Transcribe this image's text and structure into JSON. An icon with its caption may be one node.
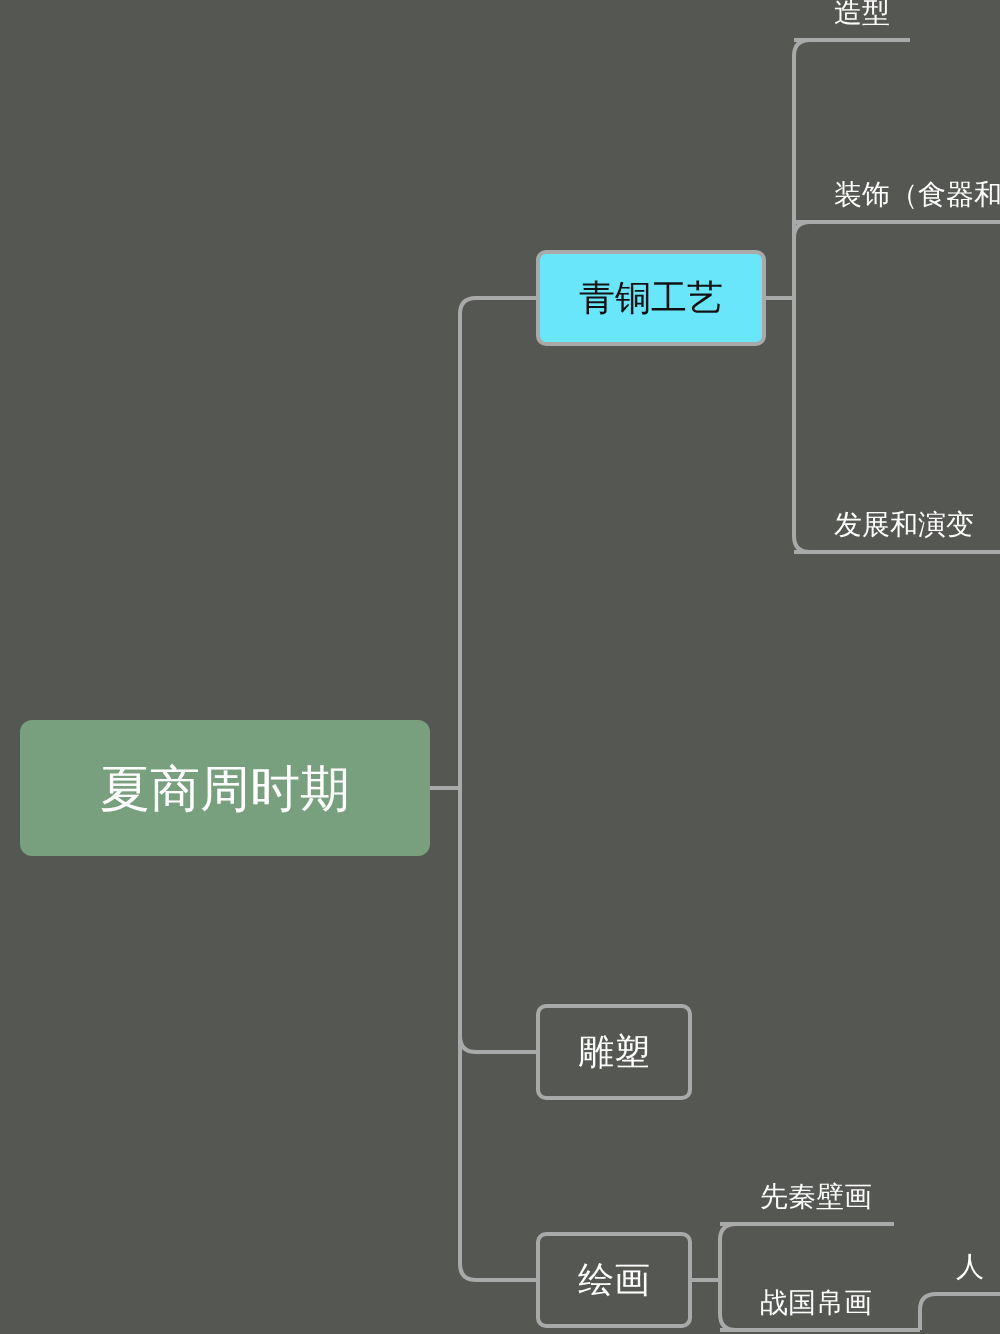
{
  "diagram": {
    "nodes": [
      {
        "text": [
          "夏商周时期"
        ]
      },
      {
        "text": [
          "青铜工艺"
        ]
      },
      {
        "text": [
          "造型"
        ]
      },
      {
        "text": [
          "装饰（食器和"
        ]
      },
      {
        "text": [
          "发展和演变"
        ]
      },
      {
        "text": [
          "雕塑"
        ]
      },
      {
        "text": [
          "绘画"
        ]
      },
      {
        "text": [
          "先秦壁画"
        ]
      },
      {
        "text": [
          "战国帛画"
        ]
      },
      {
        "text": [
          "人"
        ]
      }
    ],
    "edges": [
      {
        "from": 0,
        "to": 1,
        "arrow": "none"
      },
      {
        "from": 0,
        "to": 5,
        "arrow": "none"
      },
      {
        "from": 0,
        "to": 6,
        "arrow": "none"
      },
      {
        "from": 1,
        "to": 2,
        "arrow": "none"
      },
      {
        "from": 1,
        "to": 3,
        "arrow": "none"
      },
      {
        "from": 1,
        "to": 4,
        "arrow": "none"
      },
      {
        "from": 6,
        "to": 7,
        "arrow": "none"
      },
      {
        "from": 6,
        "to": 8,
        "arrow": "none"
      },
      {
        "from": 8,
        "to": 9,
        "arrow": "none"
      }
    ]
  }
}
